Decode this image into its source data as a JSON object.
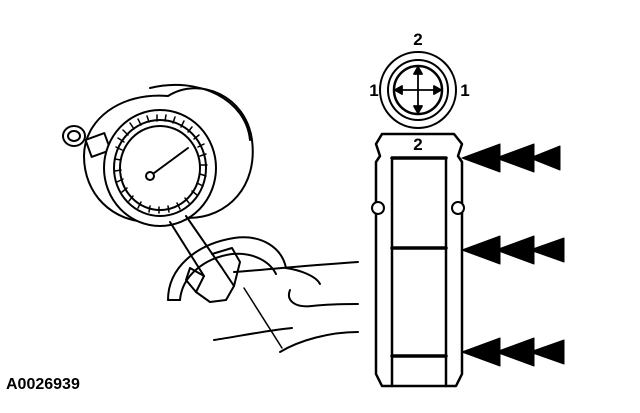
{
  "figure_id": "A0026939",
  "labels": {
    "top": "2",
    "left": "1",
    "right": "1",
    "bottom": "2"
  }
}
